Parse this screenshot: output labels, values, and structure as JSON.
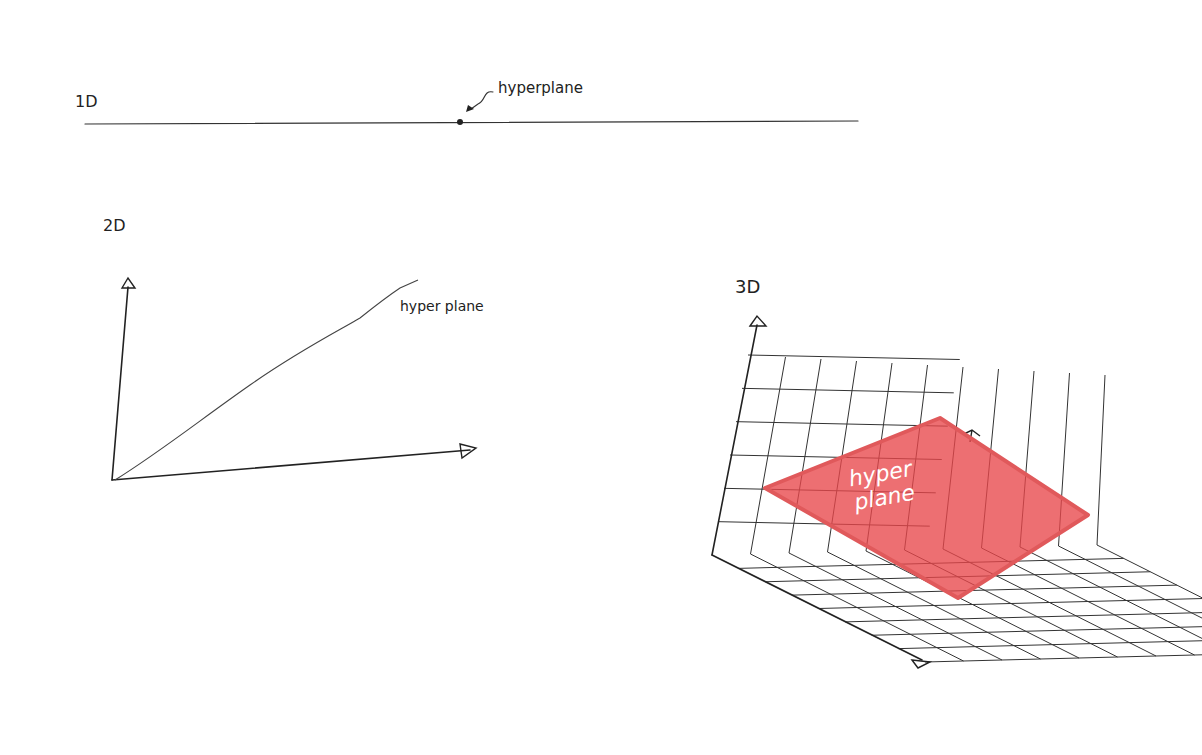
{
  "diagram": {
    "nodes": [
      {
        "text": [
          "hyper plane"
        ]
      }
    ],
    "labels": [
      "1D",
      "hyperplane",
      "2D",
      "hyper plane",
      "3D"
    ]
  }
}
